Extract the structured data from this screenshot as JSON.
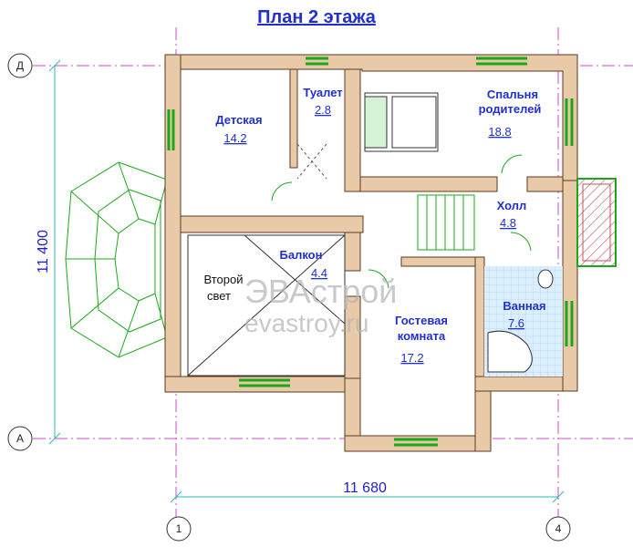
{
  "title": "План 2 этажа",
  "rooms": [
    {
      "name": "Детская",
      "area": "14.2"
    },
    {
      "name": "Туалет",
      "area": "2.8"
    },
    {
      "name": "Спальня",
      "name2": "родителей",
      "area": "18.8"
    },
    {
      "name": "Холл",
      "area": "4.8"
    },
    {
      "name": "Балкон",
      "area": "4.4"
    },
    {
      "name": "Гостевая",
      "name2": "комната",
      "area": "17.2"
    },
    {
      "name": "Ванная",
      "area": "7.6"
    }
  ],
  "second_light": {
    "line1": "Второй",
    "line2": "свет"
  },
  "axes": {
    "top": "Д",
    "bottom": "А",
    "left": "1",
    "right": "4"
  },
  "dimensions": {
    "width": "11 680",
    "height": "11 400"
  },
  "watermark": {
    "brand": "ЭВАстрой",
    "site": "evastroy.ru"
  },
  "colors": {
    "wall": "#e8c9a8",
    "wall_stroke": "#5a3a20",
    "accent": "#1f2fd0",
    "dim_line": "#cc44cc",
    "window": "#1aa81a",
    "bath_tile": "#d9ecfa"
  }
}
